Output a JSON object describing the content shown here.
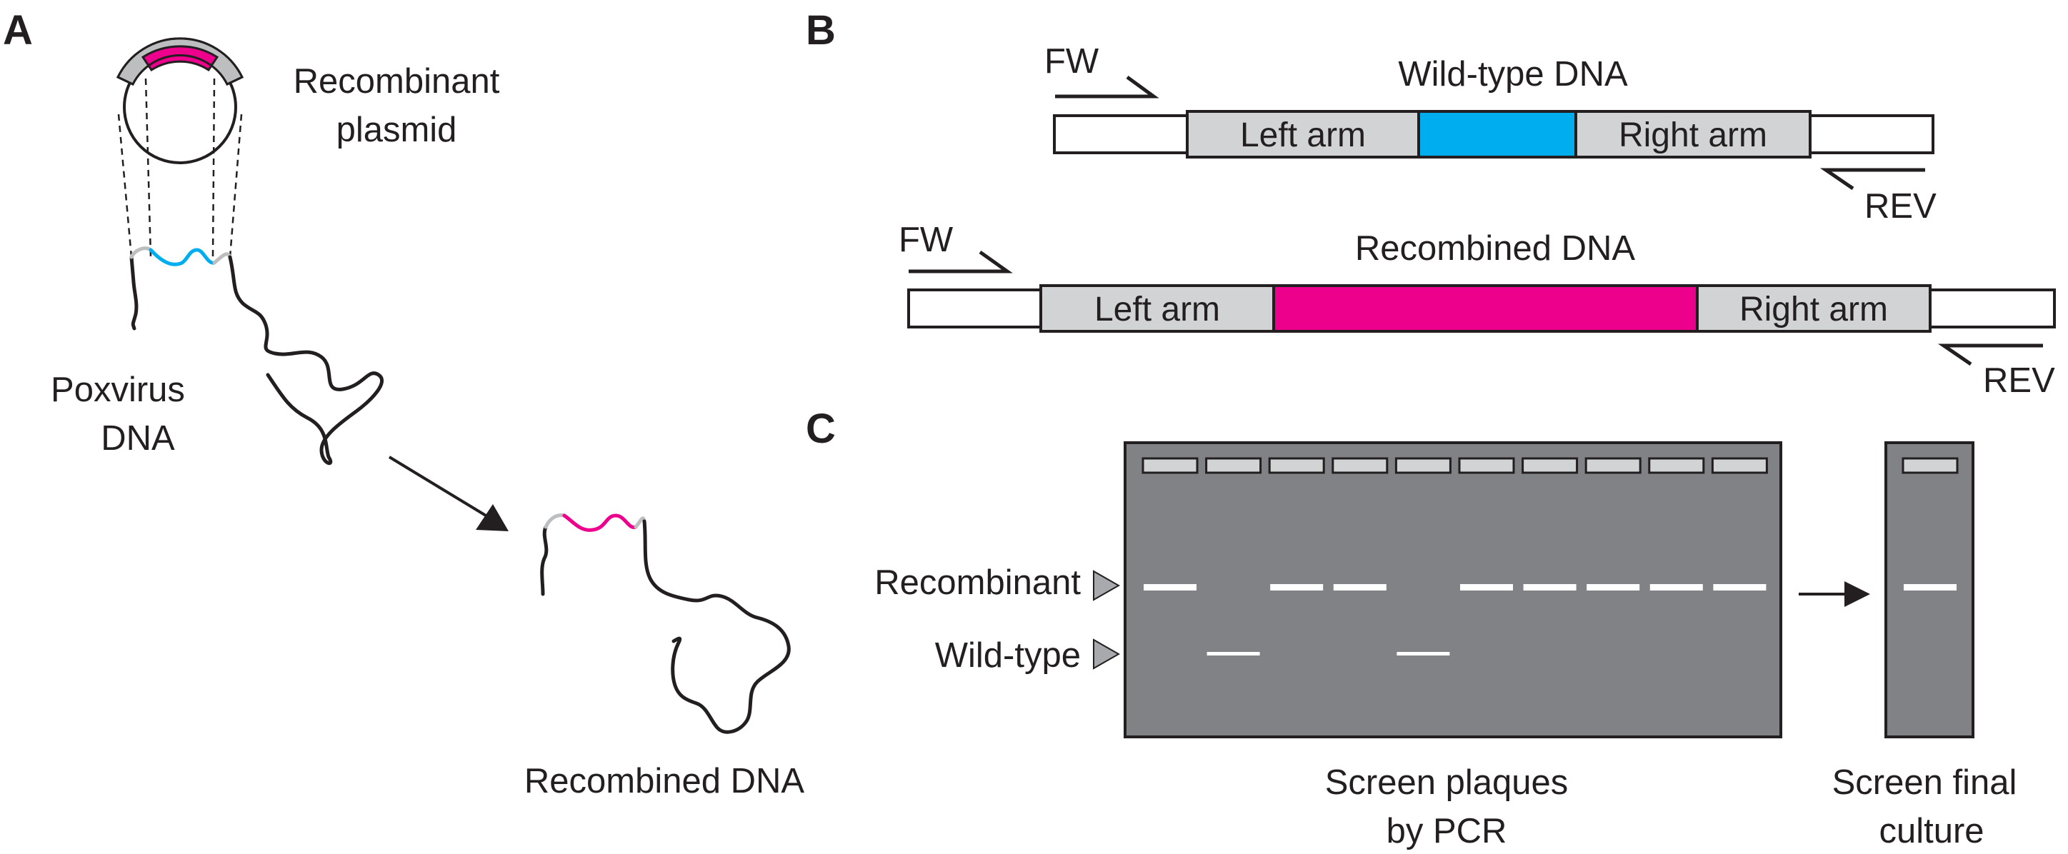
{
  "panels": {
    "a": "A",
    "b": "B",
    "c": "C"
  },
  "panel_a": {
    "plasmid_label": [
      "Recombinant",
      "plasmid"
    ],
    "poxvirus_label": [
      "Poxvirus",
      "DNA"
    ],
    "recombined_label": "Recombined DNA"
  },
  "panel_b": {
    "wild_type": {
      "title": "Wild-type DNA",
      "left_arm": "Left arm",
      "right_arm": "Right arm",
      "fw_primer": "FW",
      "rev_primer": "REV"
    },
    "recombined": {
      "title": "Recombined DNA",
      "left_arm": "Left arm",
      "right_arm": "Right arm",
      "fw_primer": "FW",
      "rev_primer": "REV"
    }
  },
  "panel_c": {
    "band_labels": {
      "recombinant": "Recombinant",
      "wild_type": "Wild-type"
    },
    "screen_label": [
      "Screen plaques",
      "by PCR"
    ],
    "final_label": [
      "Screen final",
      "culture"
    ],
    "lanes": [
      "recombinant",
      "wild-type",
      "recombinant",
      "recombinant",
      "wild-type",
      "recombinant",
      "recombinant",
      "recombinant",
      "recombinant",
      "recombinant"
    ],
    "final_lanes": [
      "recombinant"
    ]
  },
  "colors": {
    "insert_magenta": "#ec008c",
    "wild_type_blue": "#00aeef",
    "arm_gray": "#d1d3d4",
    "homology_gray": "#bcbec0",
    "gel": "#808285",
    "outline": "#231f20"
  }
}
